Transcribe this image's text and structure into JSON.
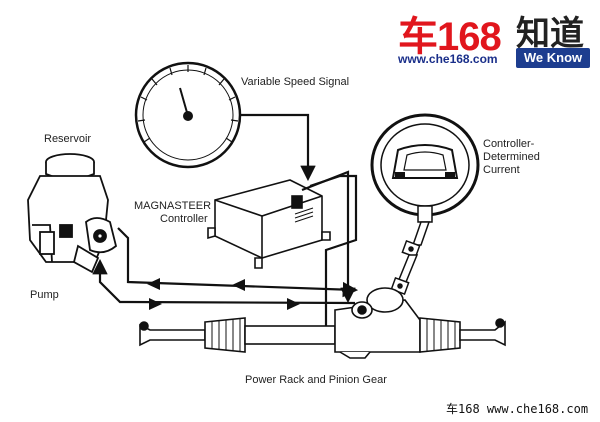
{
  "labels": {
    "variable_speed_signal": "Variable Speed Signal",
    "reservoir": "Reservoir",
    "controller_determined_line1": "Controller-",
    "controller_determined_line2": "Determined",
    "controller_determined_line3": "Current",
    "magnasteer_line1": "MAGNASTEER",
    "magnasteer_line2": "Controller",
    "pump": "Pump",
    "power_rack": "Power Rack and Pinion Gear"
  },
  "logo": {
    "main": "车168",
    "cn": "知道",
    "url": "www.che168.com",
    "badge": "We Know"
  },
  "footer": "车168 www.che168.com",
  "colors": {
    "ink": "#111111",
    "brand_red": "#e1161d",
    "brand_blue": "#1d3d8f"
  }
}
